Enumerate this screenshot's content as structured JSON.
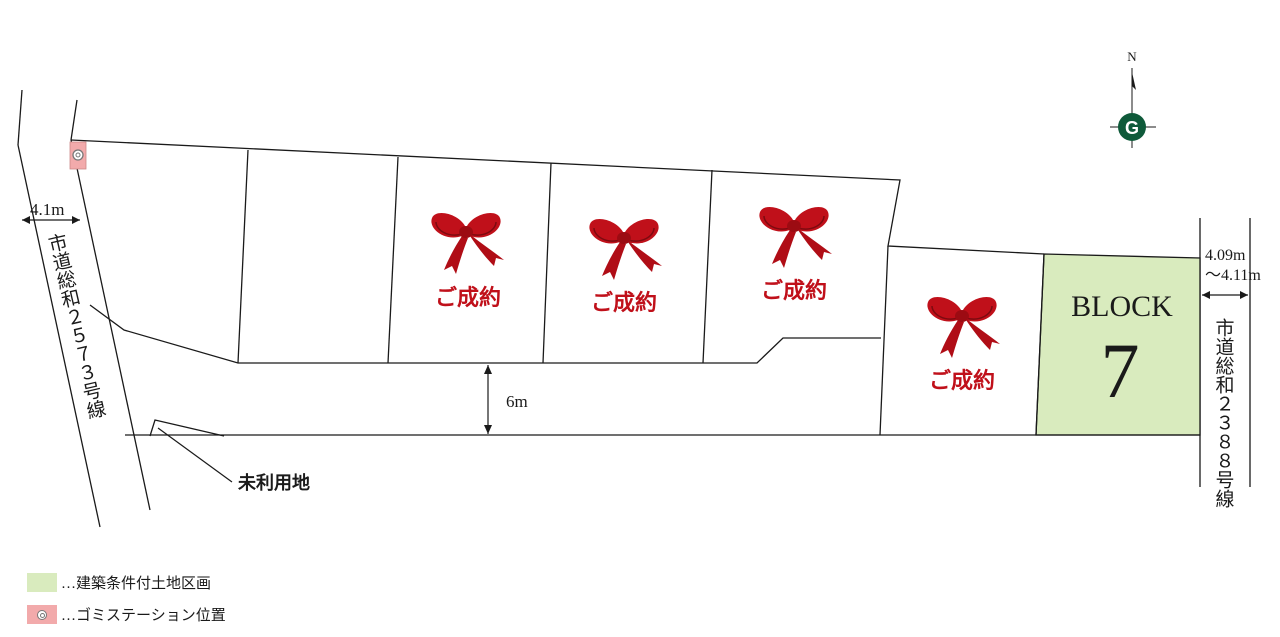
{
  "compass": {
    "north_label": "N",
    "badge_letter": "G",
    "badge_color": "#0f5a3a"
  },
  "roads": {
    "west": {
      "width_label": "4.1m",
      "name": "市道総和２５７３号線"
    },
    "east": {
      "width_label_1": "4.09m",
      "width_label_2": "～4.11m",
      "name": "市道総和２３８８号線"
    },
    "internal": {
      "width_label": "6m"
    }
  },
  "annotations": {
    "unused_land": "未利用地"
  },
  "block": {
    "label": "BLOCK",
    "number": "7",
    "color": "#d9ebbe"
  },
  "sold": {
    "label": "ご成約",
    "ribbon_color": "#c0101a",
    "count": 4
  },
  "legend": [
    {
      "type": "green",
      "text": "…建築条件付土地区画"
    },
    {
      "type": "pink",
      "text": "…ゴミステーション位置"
    }
  ],
  "colors": {
    "line": "#1a1a1a",
    "garbage_station": "#f2aaab"
  }
}
